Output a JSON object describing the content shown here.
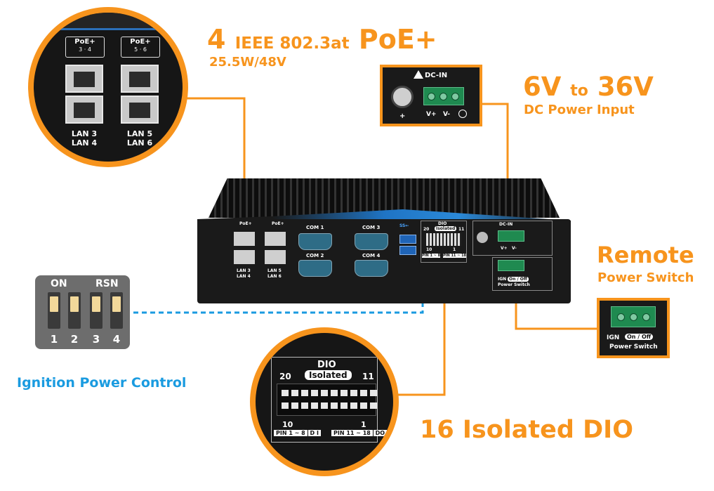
{
  "headlines": {
    "poe_count": "4",
    "poe_standard": "IEEE 802.3at",
    "poe_label": "PoE+",
    "poe_power": "25.5W/48V",
    "dc_from": "6V",
    "dc_to_word": "to",
    "dc_to": "36V",
    "dc_sub": "DC Power Input",
    "remote": "Remote",
    "remote_sub": "Power Switch",
    "dio": "16 Isolated DIO",
    "ignition": "Ignition Power Control"
  },
  "lan_zoom": {
    "poe_tag": "PoE+",
    "tag_left_nums": "3 · 4",
    "tag_right_nums": "5 · 6",
    "left_label_1": "LAN 3",
    "left_label_2": "LAN 4",
    "right_label_1": "LAN 5",
    "right_label_2": "LAN 6"
  },
  "device": {
    "poe_tag": "PoE+",
    "lan_left_1": "LAN 3",
    "lan_left_2": "LAN 4",
    "lan_right_1": "LAN 5",
    "lan_right_2": "LAN 6",
    "com1": "COM 1",
    "com2": "COM 2",
    "com3": "COM 3",
    "com4": "COM 4",
    "usb_label": "SS←",
    "dio": "DIO",
    "isolated": "Isolated",
    "dio_20": "20",
    "dio_11": "11",
    "dio_10": "10",
    "dio_1": "1",
    "pin_di": "PIN 1 ~ 8",
    "pin_do": "PIN 11 ~ 18",
    "dcin": "DC-IN",
    "vplus": "V+",
    "vminus": "V-",
    "ign": "IGN",
    "onoff": "On / Off",
    "power_switch": "Power Switch"
  },
  "dcin_inset": {
    "title": "DC-IN",
    "vplus": "V+",
    "vminus": "V-",
    "plus": "+"
  },
  "remote_inset": {
    "ign": "IGN",
    "onoff": "On / Off",
    "power_switch": "Power Switch"
  },
  "dip": {
    "on": "ON",
    "rsn": "RSN",
    "nums": [
      "1",
      "2",
      "3",
      "4"
    ]
  },
  "dio_zoom": {
    "title": "DIO",
    "isolated": "Isolated",
    "n20": "20",
    "n11": "11",
    "n10": "10",
    "n1": "1",
    "pin_di": "PIN 1 ~ 8",
    "di": "D I",
    "pin_do": "PIN 11 ~ 18",
    "do": "DO"
  },
  "colors": {
    "accent_orange": "#f7941d",
    "accent_blue": "#1a9be0",
    "terminal_green": "#1f8a50"
  }
}
